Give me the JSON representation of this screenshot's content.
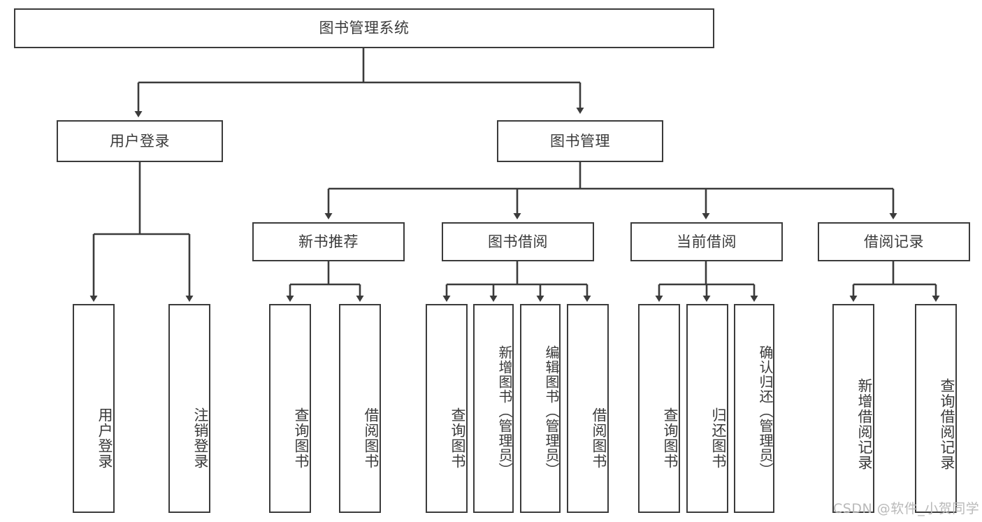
{
  "diagram": {
    "type": "tree-hierarchy",
    "title": "图书管理系统",
    "watermark": "CSDN @软件_小贺同学",
    "colors": {
      "box_border": "#3b3b3b",
      "box_fill": "#ffffff",
      "text": "#3a3a3a",
      "edge": "#3b3b3b",
      "background": "#ffffff",
      "watermark": "#b9b9b9"
    },
    "root": {
      "label": "图书管理系统"
    },
    "level2": [
      {
        "label": "用户登录"
      },
      {
        "label": "图书管理"
      }
    ],
    "level3": [
      {
        "label": "新书推荐"
      },
      {
        "label": "图书借阅"
      },
      {
        "label": "当前借阅"
      },
      {
        "label": "借阅记录"
      }
    ],
    "leaves": {
      "user_login": [
        {
          "label": "用户登录"
        },
        {
          "label": "注销登录"
        }
      ],
      "new_book_recommend": [
        {
          "label": "查询图书"
        },
        {
          "label": "借阅图书"
        }
      ],
      "book_borrow": [
        {
          "label": "查询图书"
        },
        {
          "label": "新增图书（管理员）"
        },
        {
          "label": "编辑图书（管理员）"
        },
        {
          "label": "借阅图书"
        }
      ],
      "current_borrow": [
        {
          "label": "查询图书"
        },
        {
          "label": "归还图书"
        },
        {
          "label": "确认归还（管理员）"
        }
      ],
      "borrow_record": [
        {
          "label": "新增借阅记录"
        },
        {
          "label": "查询借阅记录"
        }
      ]
    }
  }
}
